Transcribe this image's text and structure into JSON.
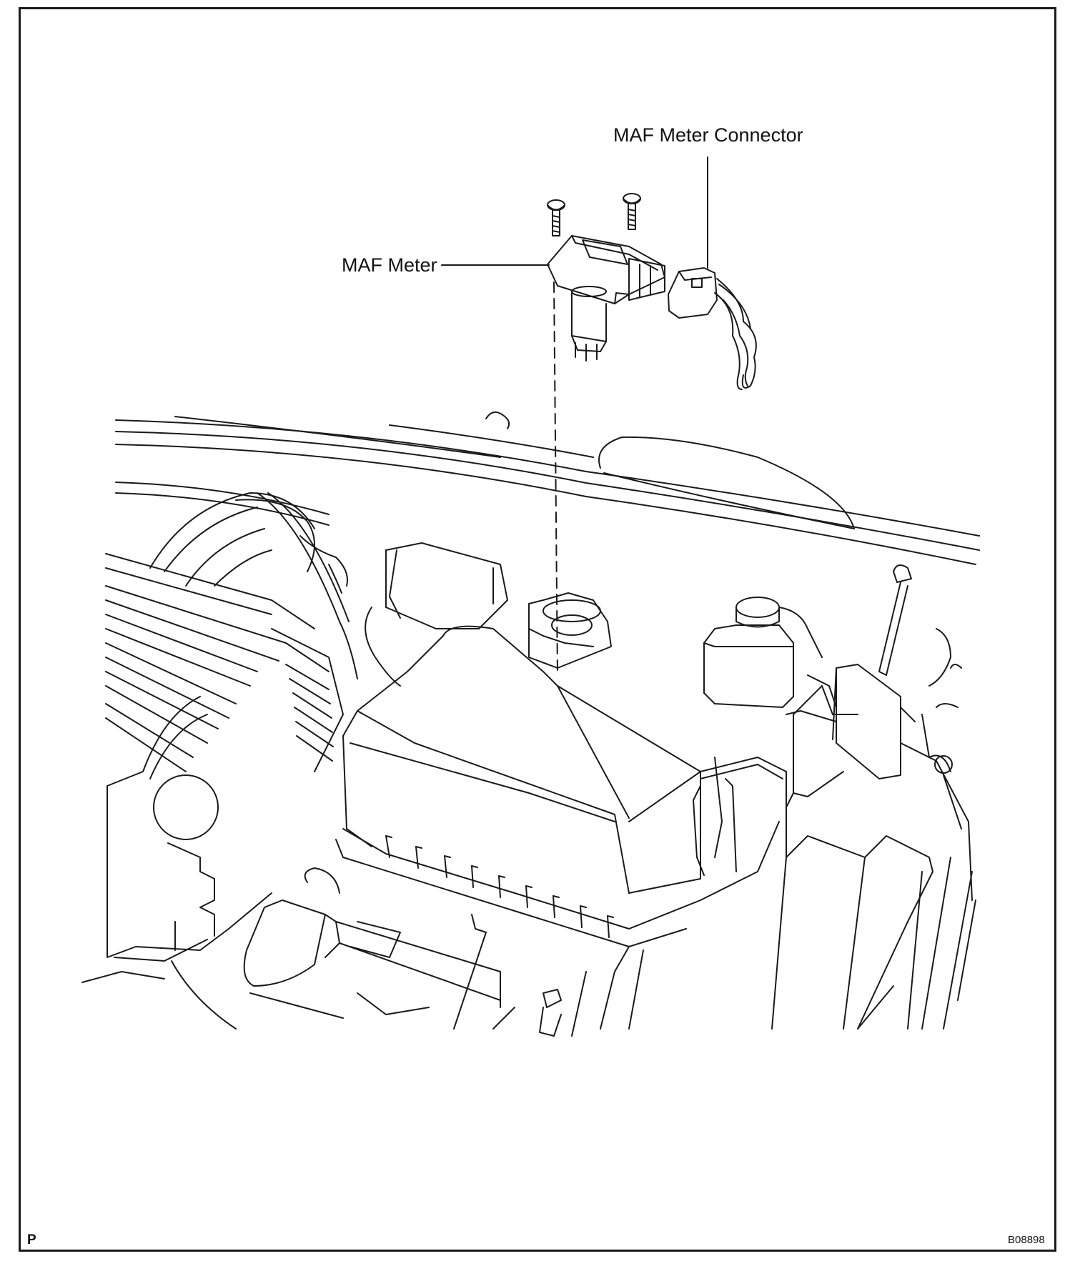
{
  "labels": {
    "maf_meter_connector": "MAF Meter Connector",
    "maf_meter": "MAF Meter"
  },
  "corner_codes": {
    "left": "P",
    "right": "B08898"
  },
  "colors": {
    "line": "#1a1a1a",
    "paper": "#ffffff"
  }
}
